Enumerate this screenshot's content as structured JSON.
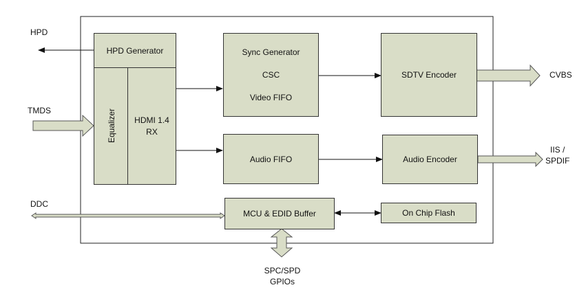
{
  "external": {
    "hpd": "HPD",
    "tmds": "TMDS",
    "ddc": "DDC",
    "cvbs": "CVBS",
    "iis_line1": "IIS /",
    "iis_line2": "SPDIF",
    "gpio_line1": "SPC/SPD",
    "gpio_line2": "GPIOs"
  },
  "blocks": {
    "hpd_generator": "HPD Generator",
    "equalizer": "Equalizer",
    "hdmi_rx_line1": "HDMI 1.4",
    "hdmi_rx_line2": "RX",
    "sync_generator": "Sync Generator",
    "csc": "CSC",
    "video_fifo": "Video FIFO",
    "sdtv_encoder": "SDTV Encoder",
    "audio_fifo": "Audio FIFO",
    "audio_encoder": "Audio Encoder",
    "mcu_edid": "MCU & EDID Buffer",
    "on_chip_flash": "On Chip Flash"
  },
  "colors": {
    "block_fill": "#d9ddc7",
    "stroke": "#222222"
  }
}
